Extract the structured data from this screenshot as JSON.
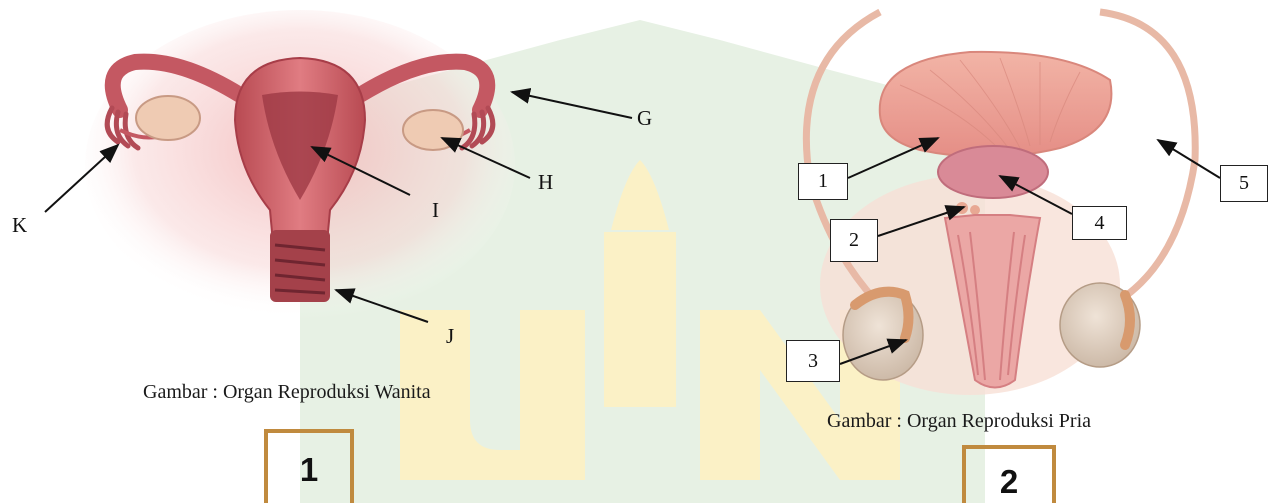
{
  "female": {
    "labels": {
      "G": "G",
      "H": "H",
      "I": "I",
      "J": "J",
      "K": "K"
    },
    "caption": "Gambar : Organ Reproduksi Wanita",
    "number": "1"
  },
  "male": {
    "labels": {
      "one": "1",
      "two": "2",
      "three": "3",
      "four": "4",
      "five": "5"
    },
    "caption": "Gambar : Organ Reproduksi Pria",
    "number": "2"
  },
  "colors": {
    "watermark_green": "#e7f1e4",
    "watermark_yellow": "#fbf1c6",
    "box_border": "#c08a3e",
    "tissue": "#d97a7e"
  }
}
